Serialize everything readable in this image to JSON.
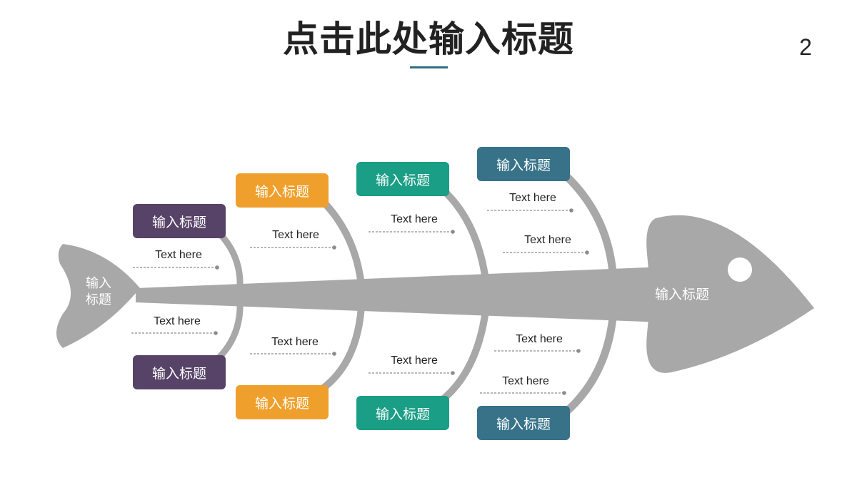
{
  "slide": {
    "title": "点击此处输入标题",
    "page_number": "2"
  },
  "colors": {
    "purple": "#574367",
    "orange": "#efa02c",
    "green": "#1a9e85",
    "blue": "#377289",
    "skeleton": "#a8a8a8",
    "accent_line": "#2e6f80",
    "note_line": "#8c8c8c"
  },
  "fish": {
    "tail_label": "输入 标题",
    "head_label": "输入标题"
  },
  "top_boxes": [
    {
      "label": "输入标题",
      "color": "purple"
    },
    {
      "label": "输入标题",
      "color": "orange"
    },
    {
      "label": "输入标题",
      "color": "green"
    },
    {
      "label": "输入标题",
      "color": "blue"
    }
  ],
  "bottom_boxes": [
    {
      "label": "输入标题",
      "color": "purple"
    },
    {
      "label": "输入标题",
      "color": "orange"
    },
    {
      "label": "输入标题",
      "color": "green"
    },
    {
      "label": "输入标题",
      "color": "blue"
    }
  ],
  "notes": {
    "top": [
      "Text here",
      "Text here",
      "Text here",
      "Text here",
      "Text here"
    ],
    "bottom": [
      "Text here",
      "Text here",
      "Text here",
      "Text here",
      "Text here"
    ]
  }
}
